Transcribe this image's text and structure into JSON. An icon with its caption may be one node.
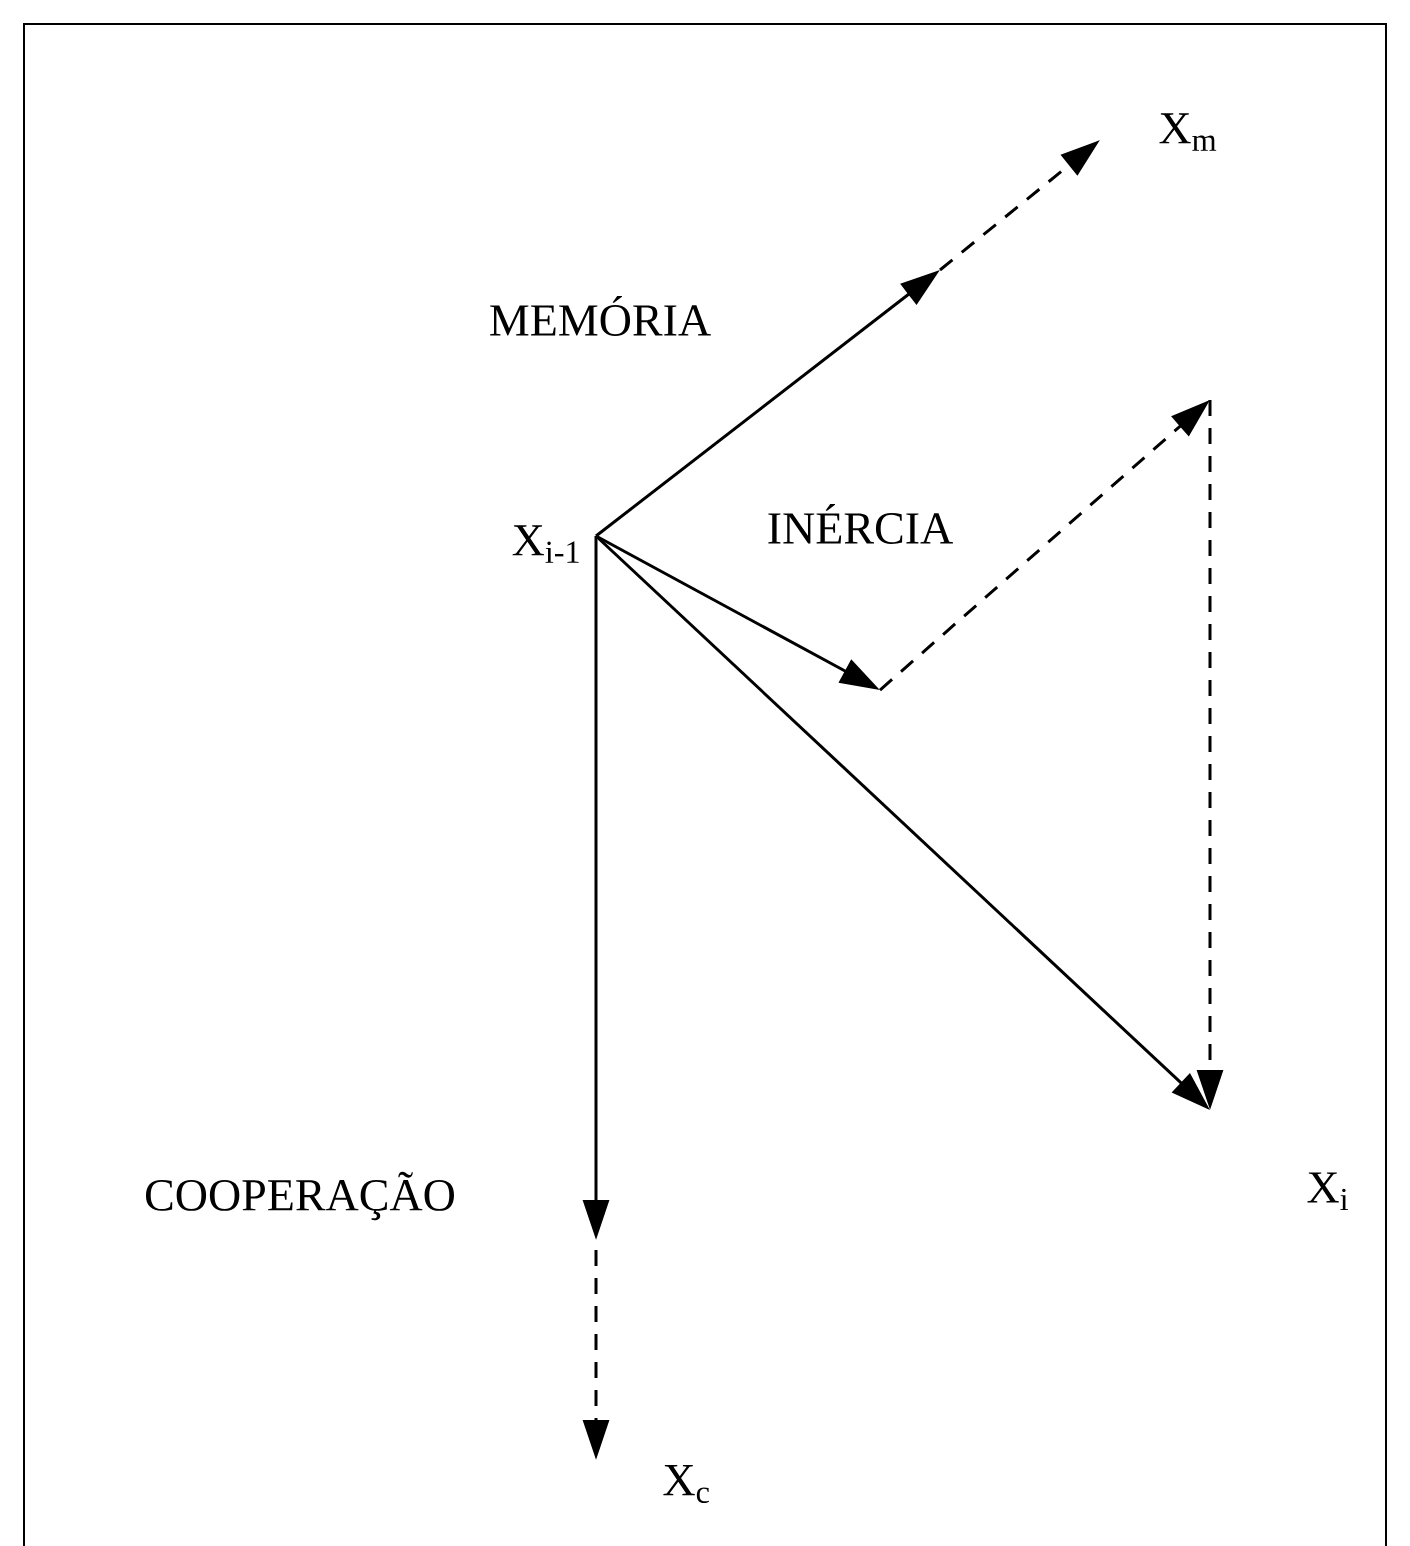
{
  "diagram": {
    "nodes": [
      {
        "text": [
          "X$_{i-1}$"
        ]
      },
      {
        "text": [
          "X$_{m}$"
        ]
      },
      {
        "text": [
          "X$_{i}$"
        ]
      },
      {
        "text": [
          "X$_{c}$"
        ]
      }
    ],
    "edges": [
      {
        "from": 0,
        "to": null,
        "arrow": "to",
        "label": "MEMÓRIA"
      },
      {
        "from": null,
        "to": 1,
        "arrow": "to",
        "style": "dashed"
      },
      {
        "from": 0,
        "to": null,
        "arrow": "to",
        "label": "INÉRCIA"
      },
      {
        "from": null,
        "to": 2,
        "arrow": "to",
        "style": "dashed"
      },
      {
        "from": 0,
        "to": 2,
        "arrow": "to"
      },
      {
        "from": 0,
        "to": null,
        "arrow": "to",
        "label": "COOPERAÇÃO"
      },
      {
        "from": null,
        "to": 3,
        "arrow": "to",
        "style": "dashed"
      }
    ]
  }
}
